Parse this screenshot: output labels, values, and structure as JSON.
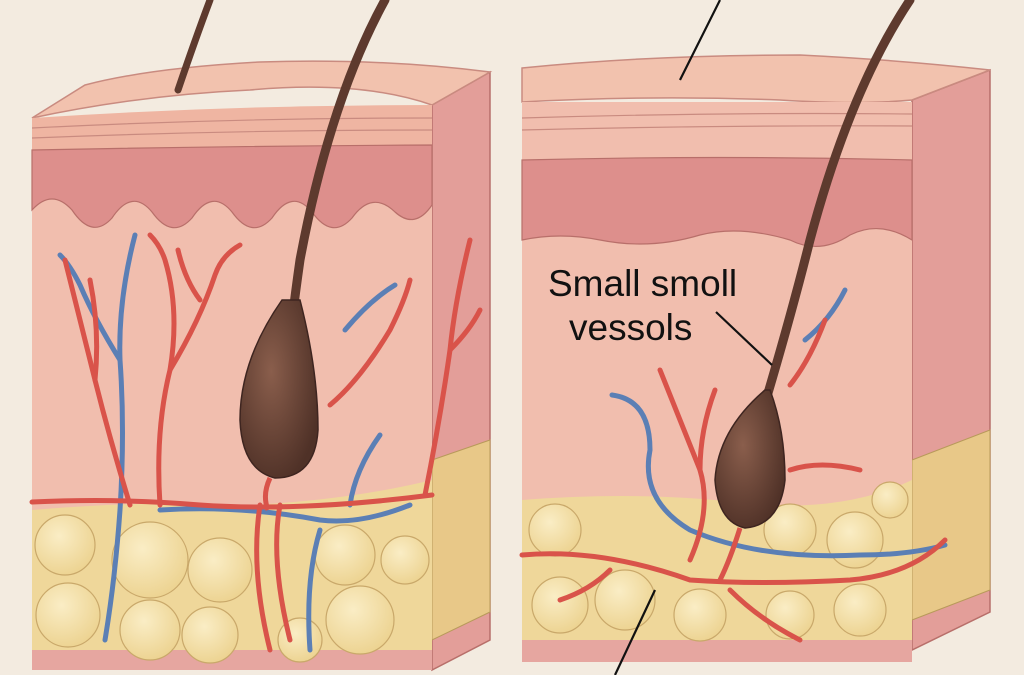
{
  "diagram": {
    "subject": "skin cross-section with hair follicle and blood vessels",
    "panels": 2,
    "labels": {
      "vessels_line1": "Small smoll",
      "vessels_line2": "vessols"
    },
    "colors": {
      "background": "#f3ebe0",
      "epidermis": "#efb8a6",
      "epidermis_dark": "#d98b88",
      "dermis": "#f1beae",
      "dermis_side": "#e39e99",
      "fat": "#efd79a",
      "fat_lobule": "#f4e2ac",
      "hair": "#5e3a2e",
      "artery": "#d9534a",
      "vein": "#5b7fb5",
      "ink": "#111111"
    }
  }
}
